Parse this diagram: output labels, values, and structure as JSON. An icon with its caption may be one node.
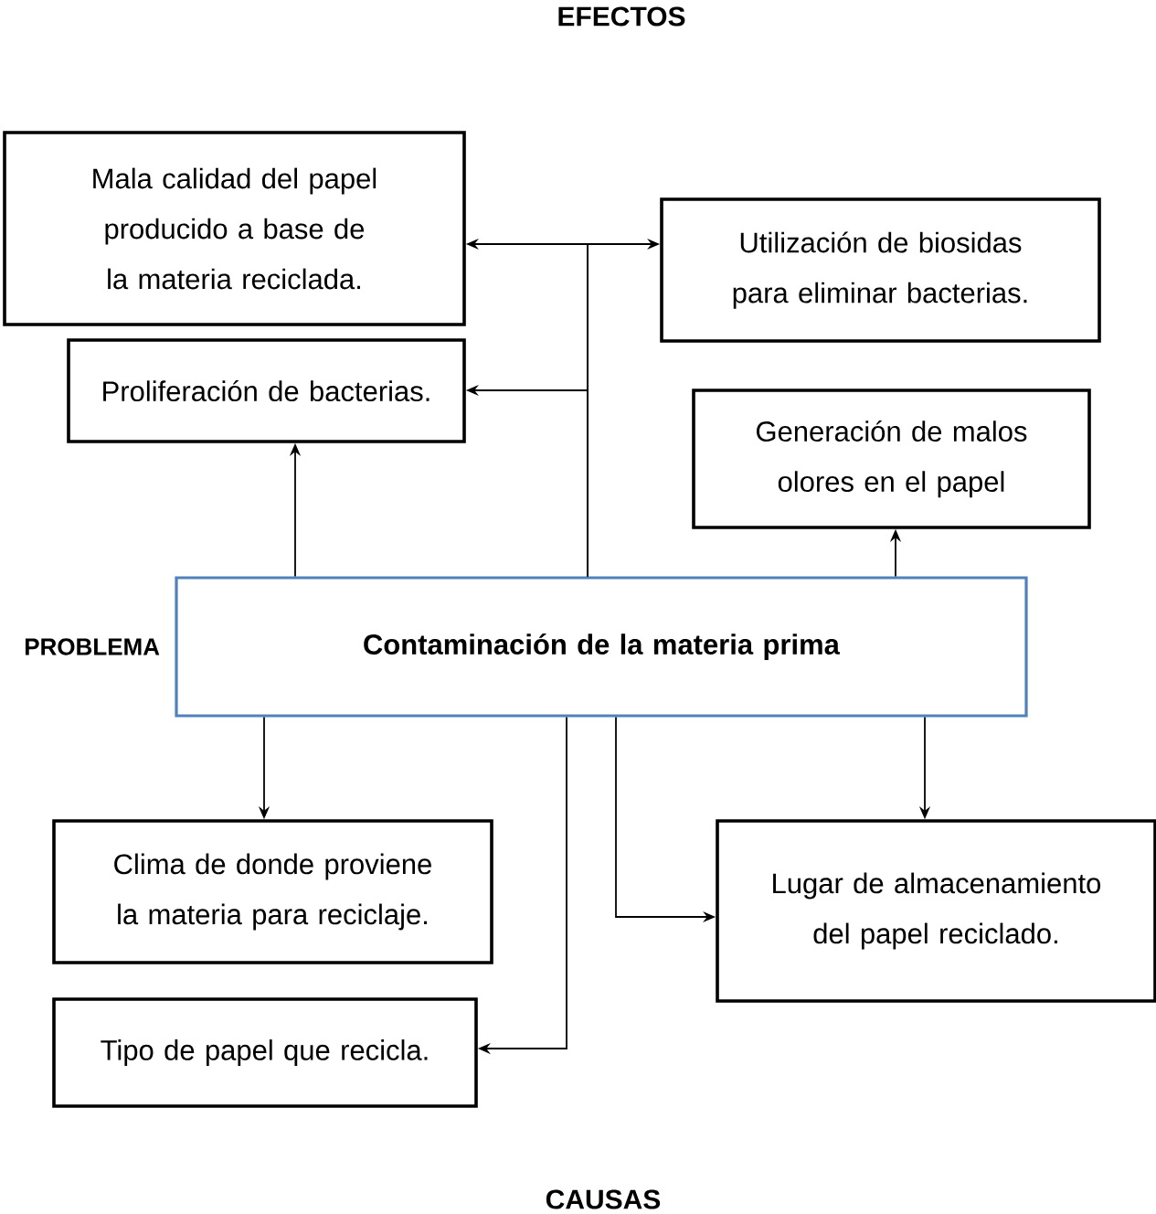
{
  "diagram": {
    "nodes": [
      {
        "text": [
          "**Contaminación de la materia prima**"
        ],
        "beside": [
          "PROBLEMA"
        ]
      },
      {
        "text": [
          "Mala calidad del papel producido a base de la materia reciclada."
        ]
      },
      {
        "text": [
          "Utilización de biosidas para eliminar bacterias."
        ]
      },
      {
        "text": [
          "Proliferación de bacterias."
        ]
      },
      {
        "text": [
          "Generación de malos olores en el papel"
        ]
      },
      {
        "text": [
          "Clima de donde proviene la materia para reciclaje."
        ]
      },
      {
        "text": [
          "Lugar de almacenamiento del papel reciclado."
        ]
      },
      {
        "text": [
          "Tipo de papel que recicla."
        ]
      }
    ],
    "edges": [
      {
        "from": 0,
        "to": 1,
        "arrow": "to"
      },
      {
        "from": 0,
        "to": 2,
        "arrow": "to"
      },
      {
        "from": 0,
        "to": 3,
        "arrow": "to"
      },
      {
        "from": 0,
        "to": 3,
        "arrow": "to"
      },
      {
        "from": 0,
        "to": 4,
        "arrow": "to"
      },
      {
        "from": 0,
        "to": 5,
        "arrow": "to"
      },
      {
        "from": 0,
        "to": 6,
        "arrow": "to"
      },
      {
        "from": 0,
        "to": 6,
        "arrow": "to"
      },
      {
        "from": 0,
        "to": 7,
        "arrow": "to"
      }
    ],
    "labels": [
      "EFECTOS",
      "CAUSAS"
    ]
  }
}
